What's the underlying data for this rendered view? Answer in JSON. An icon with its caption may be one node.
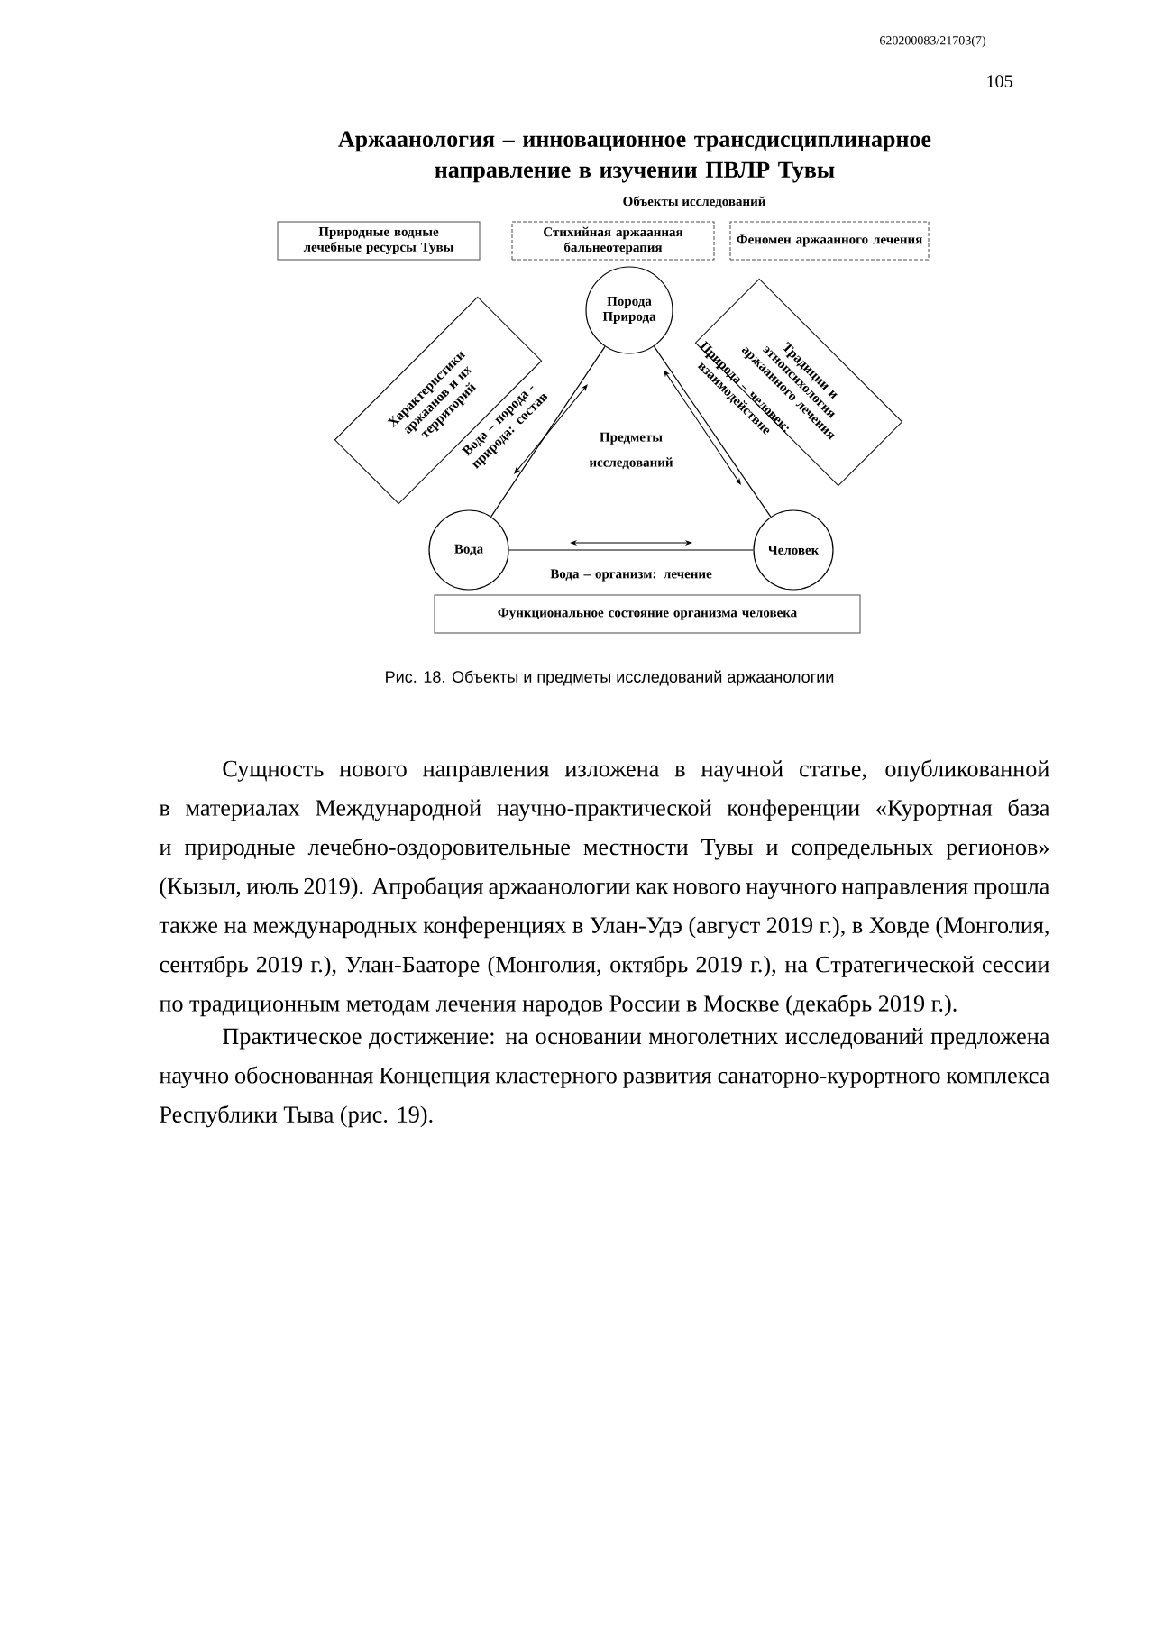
{
  "diagram": {
    "title": "Аржаанология – инновационное трансдисциплинарное направление в изучении ПВЛР Тувы",
    "caption": "Рис. 18. Объекты и предметы исследований аржаанологии",
    "nodes": [
      {
        "text": [
          "Природные водные лечебные ресурсы Тувы"
        ]
      },
      {
        "text": [
          "Стихийная аржаанная бальнеотерапия"
        ]
      },
      {
        "text": [
          "Феномен аржаанного лечения"
        ]
      },
      {
        "text": [
          "Порода Природа"
        ]
      },
      {
        "text": [
          "Вода"
        ]
      },
      {
        "text": [
          "Человек"
        ]
      },
      {
        "text": [
          "Характеристики аржаанов и их территорий"
        ]
      },
      {
        "text": [
          "Традиции и этнопсихология аржаанного лечения"
        ]
      },
      {
        "text": [
          "Функциональное состояние организма человека"
        ]
      }
    ],
    "edges": [
      {
        "from": 4,
        "to": 3,
        "arrow": "none",
        "label": "Вода – порода - природа: состав"
      },
      {
        "from": 3,
        "to": 5,
        "arrow": "none",
        "label": "Природа – человек: взаимодействие"
      },
      {
        "from": 4,
        "to": 5,
        "arrow": "none",
        "label": "Вода – организм: лечение"
      }
    ],
    "labels": [
      "620200083/21703(7)",
      "105",
      "Объекты исследований",
      "Предметы исследований",
      "Сущность нового направления изложена в научной статье, опубликованной в материалах Международной научно-практической конференции «Курортная база и природные лечебно-оздоровительные местности Тувы и сопредельных регионов» (Кызыл, июль 2019). Апробация аржаанологии как нового научного направления прошла также на международных конференциях в Улан-Удэ (август 2019 г.), в Ховде (Монголия, сентябрь 2019 г.), Улан-Бааторе (Монголия, октябрь 2019 г.), на Стратегической сессии по традиционным методам лечения народов России в Москве (декабрь 2019 г.).",
      "Практическое достижение: на основании многолетних исследований предложена научно обоснованная Концепция кластерного развития санаторно-курортного комплекса Республики Тыва (рис. 19)."
    ]
  }
}
